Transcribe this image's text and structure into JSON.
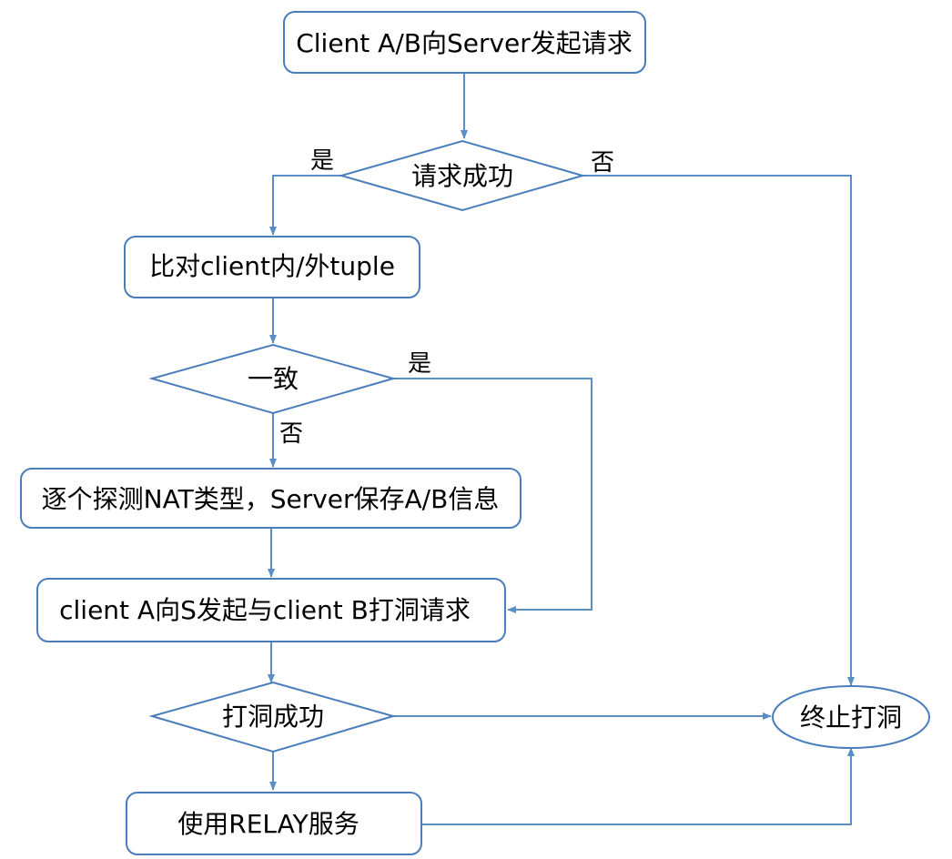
{
  "nodes": {
    "request_server": "Client A/B向Server发起请求",
    "request_success": "请求成功",
    "compare_tuple": "比对client内/外tuple",
    "consistent": "一致",
    "probe_nat": "逐个探测NAT类型，Server保存A/B信息",
    "punch_request": "client A向S发起与client B打洞请求",
    "punch_success": "打洞成功",
    "use_relay": "使用RELAY服务",
    "terminate": "终止打洞"
  },
  "labels": {
    "request_yes": "是",
    "request_no": "否",
    "consistent_yes": "是",
    "consistent_no": "否"
  },
  "colors": {
    "node_border": "#4a7ebb",
    "edge": "#5b8ec7",
    "text": "#000000"
  }
}
